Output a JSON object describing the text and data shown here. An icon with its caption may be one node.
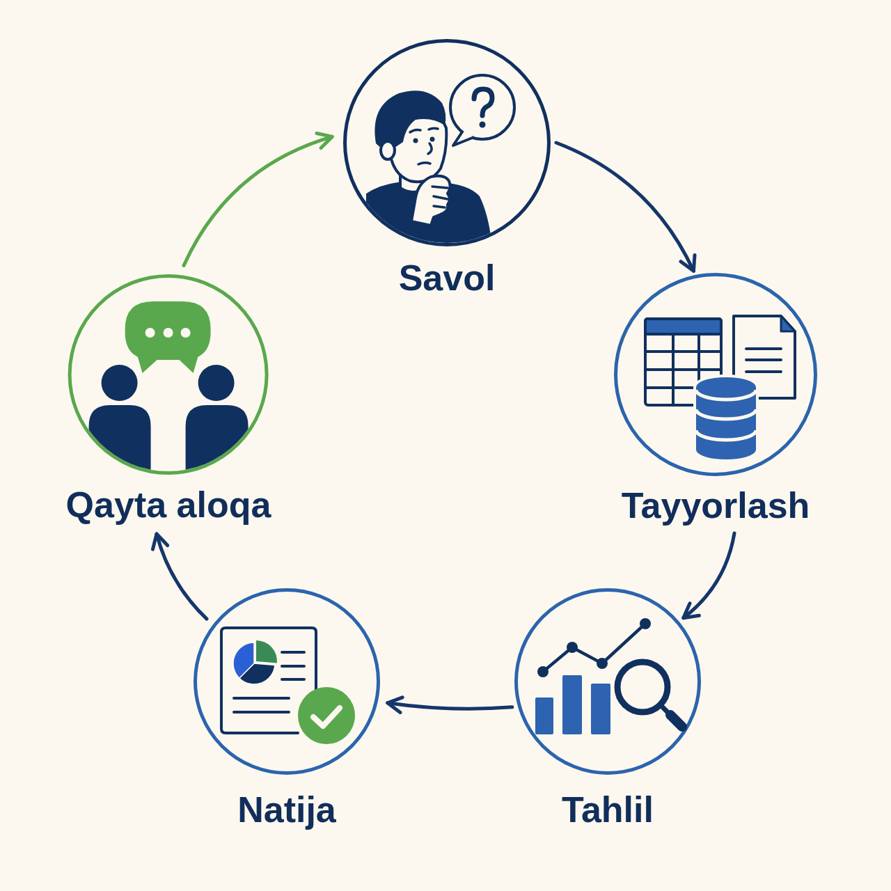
{
  "diagram": {
    "nodes": [
      {
        "text": [
          "Savol"
        ]
      },
      {
        "text": [
          "Tayyorlash"
        ]
      },
      {
        "text": [
          "Tahlil"
        ]
      },
      {
        "text": [
          "Natija"
        ]
      },
      {
        "text": [
          "Qayta aloqa"
        ]
      }
    ],
    "edges": [
      {
        "from": 0,
        "to": 1,
        "arrow": "to"
      },
      {
        "from": 1,
        "to": 2,
        "arrow": "to"
      },
      {
        "from": 2,
        "to": 3,
        "arrow": "to"
      },
      {
        "from": 3,
        "to": 4,
        "arrow": "to"
      },
      {
        "from": 4,
        "to": 0,
        "arrow": "to",
        "color": "#5aa84d"
      }
    ]
  }
}
